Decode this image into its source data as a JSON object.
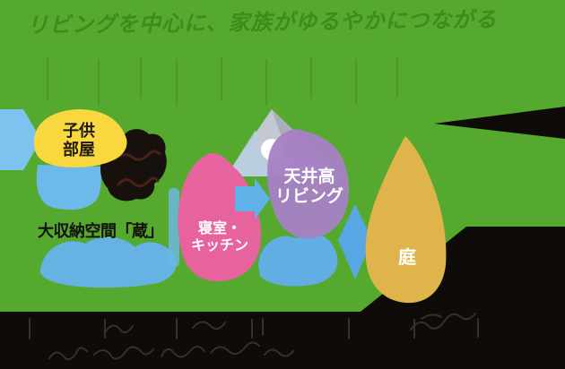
{
  "header": {
    "title": "リビングを中心に、家族がゆるやかにつながる"
  },
  "diagram": {
    "rooms": {
      "kids": {
        "name": "子供部屋",
        "line1": "子供",
        "line2": "部屋",
        "color": "#f8d83e",
        "text_color": "#201a12"
      },
      "bedroom_kitchen": {
        "name": "寝室・キッチン",
        "line1": "寝室・",
        "line2": "キッチン",
        "color": "#e7639d",
        "text_color": "#ffffff"
      },
      "living": {
        "name": "天井高リビング",
        "line1": "天井高",
        "line2": "リビング",
        "color": "#a681c6",
        "text_color": "#ffffff"
      },
      "garden": {
        "name": "庭",
        "line1": "庭",
        "color": "#dfb54b",
        "text_color": "#ffffff"
      },
      "kura": {
        "caption": "大収納空間「蔵」",
        "color": "#16110c"
      }
    },
    "colors": {
      "background_green": "#56a92f",
      "stripe_green": "#479022",
      "bottom_band_black": "#0e0b08",
      "connector_blue": "#6cb9ea",
      "connector_blue_dark": "#58a7e4",
      "mountain_gray": "#c2c9d1",
      "title_green": "#3c8a1b"
    }
  }
}
